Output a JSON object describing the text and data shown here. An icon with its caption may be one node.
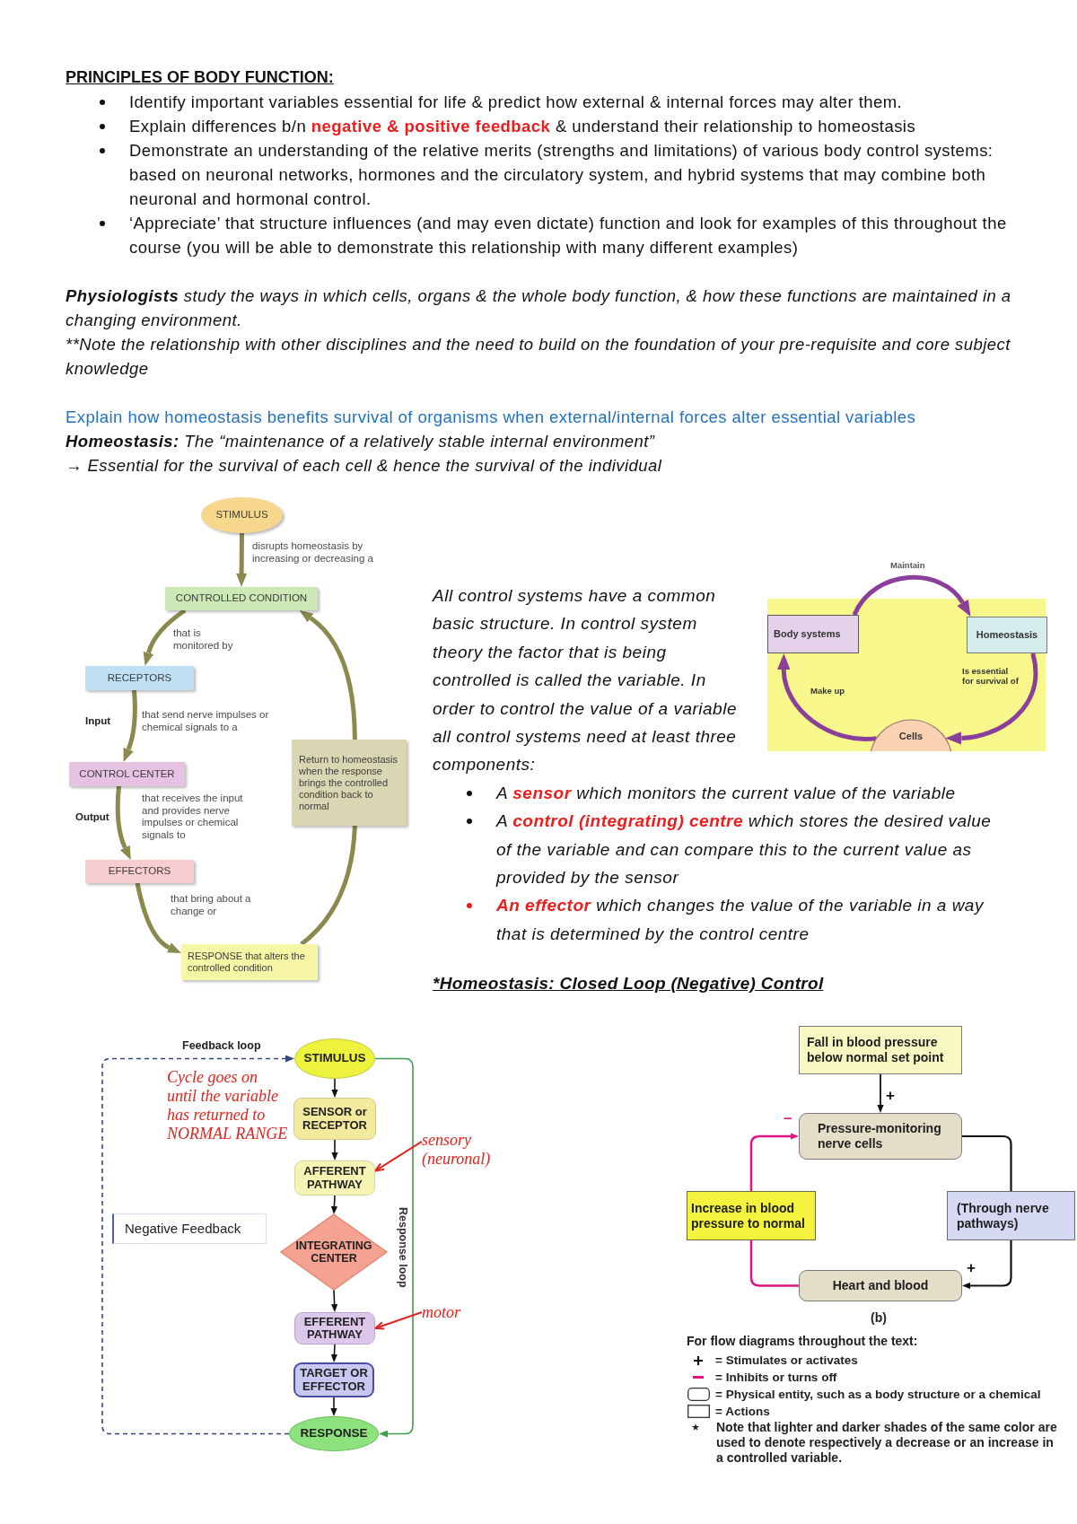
{
  "diagram": {
    "title": "PRINCIPLES OF BODY FUNCTION:",
    "nodes": [
      {
        "text": [
          "STIMULUS"
        ]
      },
      {
        "text": [
          "CONTROLLED CONDITION"
        ]
      },
      {
        "text": [
          "RECEPTORS"
        ]
      },
      {
        "text": [
          "CONTROL CENTER"
        ]
      },
      {
        "text": [
          "EFFECTORS"
        ]
      },
      {
        "text": [
          "RESPONSE that alters the controlled condition"
        ]
      },
      {
        "text": [
          "Return to homeostasis when the response brings the controlled condition back to normal"
        ]
      },
      {
        "text": [
          "Body systems"
        ]
      },
      {
        "text": [
          "Homeostasis"
        ]
      },
      {
        "text": [
          "Cells"
        ]
      },
      {
        "text": [
          "STIMULUS"
        ]
      },
      {
        "text": [
          "SENSOR or RECEPTOR"
        ]
      },
      {
        "text": [
          "AFFERENT PATHWAY"
        ]
      },
      {
        "text": [
          "INTEGRATING CENTER"
        ]
      },
      {
        "text": [
          "EFFERENT PATHWAY"
        ]
      },
      {
        "text": [
          "TARGET OR EFFECTOR"
        ]
      },
      {
        "text": [
          "RESPONSE"
        ]
      },
      {
        "text": [
          "Negative Feedback"
        ]
      },
      {
        "text": [
          "sensory (neuronal)"
        ]
      },
      {
        "text": [
          "motor"
        ]
      },
      {
        "text": [
          "Fall in blood pressure below normal set point"
        ]
      },
      {
        "text": [
          "Pressure-monitoring nerve cells"
        ]
      },
      {
        "text": [
          "Increase in blood pressure to normal"
        ]
      },
      {
        "text": [
          "(Through nerve pathways)"
        ]
      },
      {
        "text": [
          "Heart and blood"
        ]
      }
    ],
    "edges": [
      {
        "from": 0,
        "to": 1,
        "arrow": "to",
        "label": "disrupts homeostasis by increasing or decreasing a",
        "style": "thick",
        "color": "#8b8a4e"
      },
      {
        "from": 1,
        "to": 2,
        "arrow": "to",
        "label": "that is monitored by",
        "style": "thick",
        "color": "#8b8a4e"
      },
      {
        "from": 2,
        "to": 3,
        "arrow": "to",
        "label": "that send nerve impulses or chemical signals to a",
        "style": "thick",
        "color": "#8b8a4e"
      },
      {
        "from": 3,
        "to": 4,
        "arrow": "to",
        "label": "that receives the input and provides nerve impulses or chemical signals to",
        "style": "thick",
        "color": "#8b8a4e"
      },
      {
        "from": 4,
        "to": 5,
        "arrow": "to",
        "label": "that bring about a change or",
        "style": "thick",
        "color": "#8b8a4e"
      },
      {
        "from": 5,
        "to": 6,
        "arrow": "none",
        "style": "thick",
        "color": "#8b8a4e"
      },
      {
        "from": 6,
        "to": 1,
        "arrow": "to",
        "style": "thick",
        "color": "#8b8a4e"
      },
      {
        "from": 7,
        "to": 8,
        "arrow": "to",
        "label": "Maintain",
        "style": "thick",
        "color": "#8a3f9b"
      },
      {
        "from": 8,
        "to": 9,
        "arrow": "to",
        "label": "Is essential for survival of",
        "style": "thick",
        "color": "#8a3f9b"
      },
      {
        "from": 9,
        "to": 7,
        "arrow": "to",
        "label": "Make up",
        "style": "thick",
        "color": "#8a3f9b"
      },
      {
        "from": 10,
        "to": 11,
        "arrow": "to"
      },
      {
        "from": 11,
        "to": 12,
        "arrow": "to"
      },
      {
        "from": 12,
        "to": 13,
        "arrow": "to"
      },
      {
        "from": 13,
        "to": 14,
        "arrow": "to"
      },
      {
        "from": 14,
        "to": 15,
        "arrow": "to"
      },
      {
        "from": 15,
        "to": 16,
        "arrow": "to"
      },
      {
        "from": 16,
        "to": 10,
        "arrow": "to",
        "label": "Feedback loop",
        "style": "dashed",
        "color": "#34467e"
      },
      {
        "from": 10,
        "to": 16,
        "arrow": "to",
        "label": "Response loop",
        "color": "#3f9e4f"
      },
      {
        "from": 18,
        "to": 12,
        "arrow": "to",
        "color": "#e3241f"
      },
      {
        "from": 19,
        "to": 14,
        "arrow": "to",
        "color": "#e3241f"
      },
      {
        "from": 20,
        "to": 21,
        "arrow": "to",
        "label": "+"
      },
      {
        "from": 21,
        "to": 23,
        "arrow": "none"
      },
      {
        "from": 23,
        "to": 24,
        "arrow": "to",
        "label": "+"
      },
      {
        "from": 24,
        "to": 22,
        "arrow": "none",
        "color": "#e0157f"
      },
      {
        "from": 22,
        "to": 21,
        "arrow": "to",
        "label": "–",
        "color": "#e0157f"
      }
    ],
    "labels": [
      "Identify important variables essential for life & predict how external & internal forces may alter them.",
      "Explain differences b/n **negative & positive feedback** & understand their relationship to homeostasis",
      "Demonstrate an understanding of the relative merits (strengths and limitations) of various body control systems: based on neuronal networks, hormones and the circulatory system, and hybrid systems that may combine both neuronal and hormonal control.",
      "‘Appreciate’ that structure influences (and may even dictate) function and look for examples of this throughout the course (you will be able to demonstrate this relationship with many different examples)",
      "**Physiologists** study the ways in which cells, organs & the whole body function, & how these functions are maintained in a changing environment.",
      "**Note the relationship with other disciplines and the need to build on the foundation of your pre-requisite and core subject knowledge",
      "Explain how homeostasis benefits survival of organisms when external/internal forces alter essential variables",
      "**Homeostasis:** The “maintenance of a relatively stable internal environment”",
      "→ Essential for the survival of each cell & hence the survival of the individual",
      "Input",
      "Output",
      "All control systems have a common basic structure. In control system theory the factor that is being controlled is called the variable. In order to control the value of a variable all control systems need at least three components:",
      "A **sensor** which monitors the current value of the variable",
      "A **control (integrating) centre** which stores the desired value of the variable and can compare this to the current value as provided by the sensor",
      "**An effector** which changes the value of the variable in a way that is determined by the control centre",
      "*Homeostasis: Closed Loop (Negative) Control",
      "Cycle goes on until the variable has returned to NORMAL RANGE",
      "(b)",
      "For flow diagrams throughout the text:",
      "Note that lighter and darker shades of the same color are used to denote respectively a decrease or an increase in a controlled variable."
    ],
    "legend": [
      {
        "text": "= Stimulates or activates"
      },
      {
        "text": "= Inhibits or turns off",
        "color": "#e0157f"
      },
      {
        "text": "= Physical entity, such as a body structure or a chemical"
      },
      {
        "text": "= Actions"
      }
    ]
  }
}
